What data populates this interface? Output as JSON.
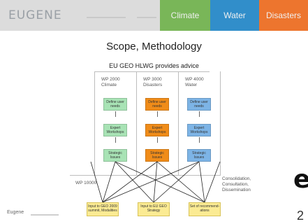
{
  "header": {
    "brand": "EUGENE",
    "tabs": [
      {
        "label": "Climate",
        "color": "#6fb24a"
      },
      {
        "label": "Water",
        "color": "#1f86c9"
      },
      {
        "label": "Disasters",
        "color": "#ef6a1c"
      }
    ]
  },
  "slide": {
    "title": "Scope, Methodology",
    "subtitle": "EU GEO HLWG provides advice",
    "columns": [
      {
        "label": "WP 2000 Climate",
        "color": "#a8e3b5",
        "boxes": [
          "Define user needs",
          "Expert Workshops",
          "Strategic Issues"
        ]
      },
      {
        "label": "WP 3000 Disasters",
        "color": "#f08c19",
        "boxes": [
          "Define user needs",
          "Expert Workshops",
          "Strategic Issues"
        ]
      },
      {
        "label": "WP 4000 Water",
        "color": "#7db4e6",
        "boxes": [
          "Define user needs",
          "Expert Workshops",
          "Strategic Issues"
        ]
      }
    ],
    "side_left": "WP 10000",
    "side_right": "Consolidation, Consultation, Dissemination",
    "outputs": [
      "Input to GEO 2009 summit, Modalities",
      "Input to EU GEO Strategy",
      "Set of recommend- ations"
    ],
    "partial_letter": "e",
    "footer_logo": "Eugene",
    "page_number": "2"
  }
}
